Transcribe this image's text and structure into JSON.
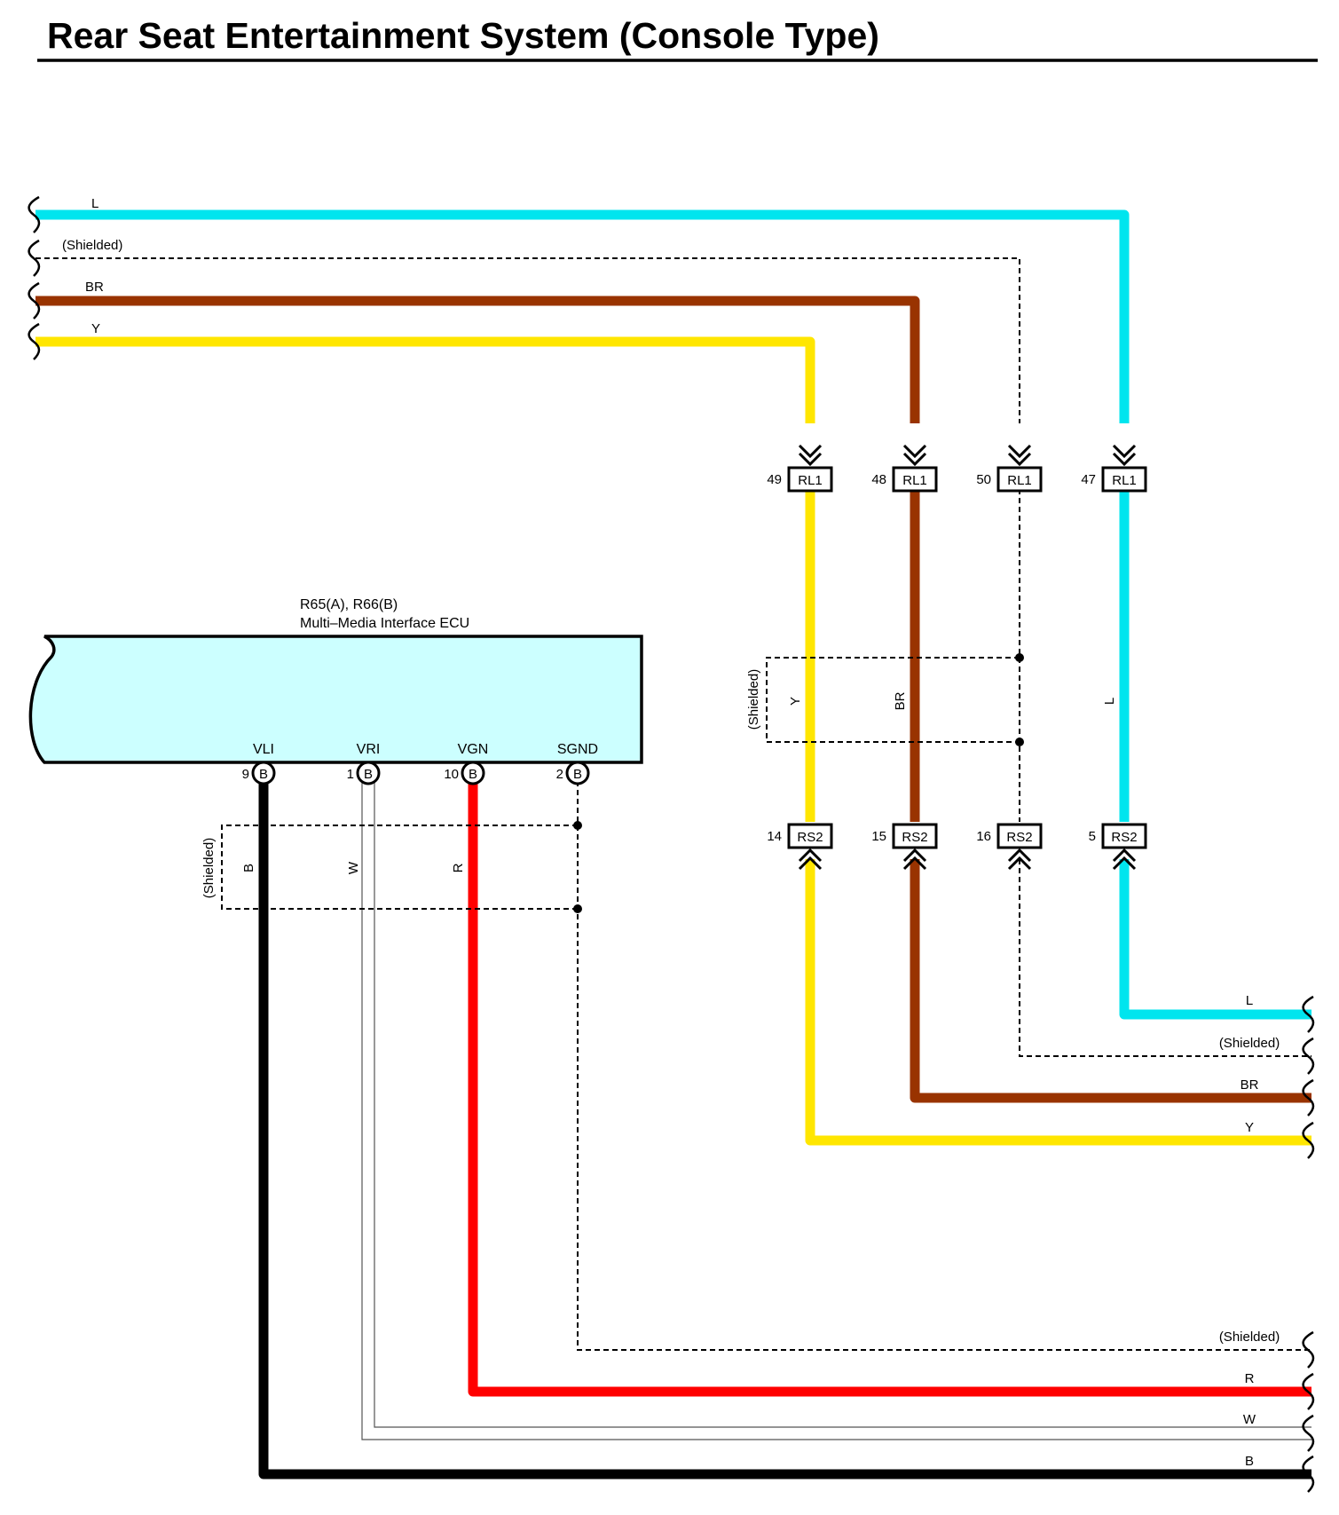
{
  "title": "Rear Seat Entertainment System (Console Type)",
  "colors": {
    "L": "#00e5ee",
    "BR": "#993300",
    "Y": "#ffe600",
    "R": "#ff0000",
    "B": "#000000",
    "ecu_fill": "#ccffff"
  },
  "top_wires": {
    "L": "L",
    "shielded": "(Shielded)",
    "BR": "BR",
    "Y": "Y"
  },
  "rl1_connectors": [
    {
      "pin": "49",
      "name": "RL1"
    },
    {
      "pin": "48",
      "name": "RL1"
    },
    {
      "pin": "50",
      "name": "RL1"
    },
    {
      "pin": "47",
      "name": "RL1"
    }
  ],
  "rs2_connectors": [
    {
      "pin": "14",
      "name": "RS2"
    },
    {
      "pin": "15",
      "name": "RS2"
    },
    {
      "pin": "16",
      "name": "RS2"
    },
    {
      "pin": "5",
      "name": "RS2"
    }
  ],
  "mid_shield": {
    "label": "(Shielded)",
    "wire_labels": [
      "Y",
      "BR",
      "L"
    ]
  },
  "ecu": {
    "code": "R65(A), R66(B)",
    "name": "Multi–Media Interface ECU",
    "terminals": [
      {
        "name": "VLI",
        "pin": "9",
        "conn": "B"
      },
      {
        "name": "VRI",
        "pin": "1",
        "conn": "B"
      },
      {
        "name": "VGN",
        "pin": "10",
        "conn": "B"
      },
      {
        "name": "SGND",
        "pin": "2",
        "conn": "B"
      }
    ]
  },
  "ecu_shield": {
    "label": "(Shielded)",
    "wire_labels": [
      "B",
      "W",
      "R"
    ]
  },
  "right_wires_upper": {
    "L": "L",
    "shielded": "(Shielded)",
    "BR": "BR",
    "Y": "Y"
  },
  "right_wires_lower": {
    "shielded": "(Shielded)",
    "R": "R",
    "W": "W",
    "B": "B"
  }
}
